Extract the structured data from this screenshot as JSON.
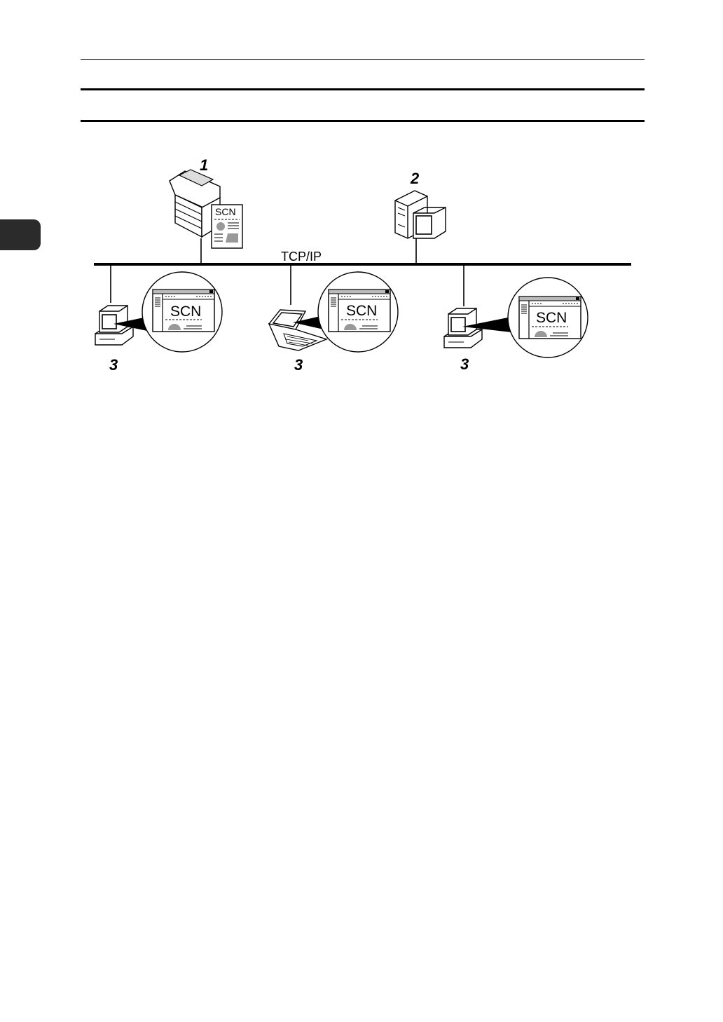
{
  "diagram": {
    "network_label": "TCP/IP",
    "machine": {
      "number": "1",
      "doc_label": "SCN"
    },
    "server": {
      "number": "2"
    },
    "clients": [
      {
        "number": "3",
        "screen_label": "SCN",
        "device": "desktop-computer"
      },
      {
        "number": "3",
        "screen_label": "SCN",
        "device": "laptop-computer"
      },
      {
        "number": "3",
        "screen_label": "SCN",
        "device": "desktop-computer"
      }
    ]
  }
}
